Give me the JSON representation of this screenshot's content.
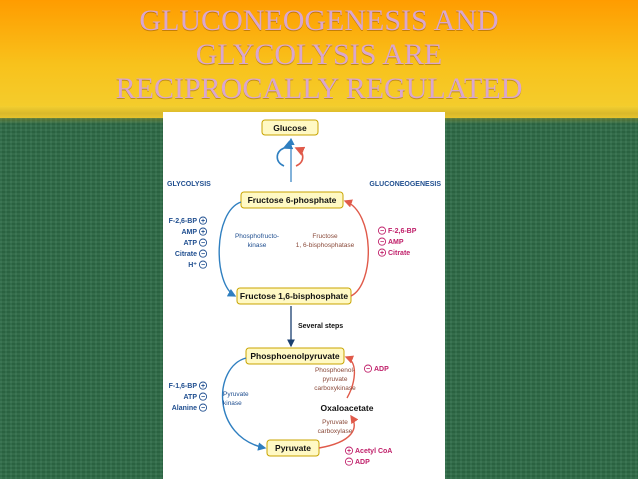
{
  "slide": {
    "title_lines": [
      "GLUCONEOGENESIS AND",
      "GLYCOLYSIS ARE",
      "RECIPROCALLY REGULATED"
    ]
  },
  "diagram": {
    "glucose": "Glucose",
    "glycolysis_label": "GLYCOLYSIS",
    "gluconeogenesis_label": "GLUCONEOGENESIS",
    "fructose6p": "Fructose 6-phosphate",
    "fructose16bp": "Fructose 1,6-bisphosphate",
    "pep": "Phosphoenolpyruvate",
    "pyruvate": "Pyruvate",
    "oxaloacetate": "Oxaloacetate",
    "several_steps": "Several steps",
    "pfk_line1": "Phosphofructo-",
    "pfk_line2": "kinase",
    "fbpase_line1": "Fructose",
    "fbpase_line2": "1, 6-bisphosphatase",
    "pk_line1": "Pyruvate",
    "pk_line2": "kinase",
    "pepck_line1": "Phosphoenol-",
    "pepck_line2": "pyruvate",
    "pepck_line3": "carboxykinase",
    "pc_line1": "Pyruvate",
    "pc_line2": "carboxylase",
    "reg_pfk": [
      {
        "label": "F-2,6-BP",
        "sign": "+"
      },
      {
        "label": "AMP",
        "sign": "+"
      },
      {
        "label": "ATP",
        "sign": "−"
      },
      {
        "label": "Citrate",
        "sign": "−"
      },
      {
        "label": "H⁺",
        "sign": "−"
      }
    ],
    "reg_fbpase": [
      {
        "label": "F-2,6-BP",
        "sign": "−"
      },
      {
        "label": "AMP",
        "sign": "−"
      },
      {
        "label": "Citrate",
        "sign": "+"
      }
    ],
    "reg_pk": [
      {
        "label": "F-1,6-BP",
        "sign": "+"
      },
      {
        "label": "ATP",
        "sign": "−"
      },
      {
        "label": "Alanine",
        "sign": "−"
      }
    ],
    "reg_pepck": [
      {
        "label": "ADP",
        "sign": "−"
      }
    ],
    "reg_pc": [
      {
        "label": "Acetyl CoA",
        "sign": "+"
      },
      {
        "label": "ADP",
        "sign": "−"
      }
    ],
    "colors": {
      "glycolysis": "#1f4e8f",
      "gluconeogenesis": "#c0206a",
      "arrow_blue": "#2f7fc0",
      "arrow_red": "#e05a4a",
      "box_fill": "#fff9c4"
    }
  }
}
